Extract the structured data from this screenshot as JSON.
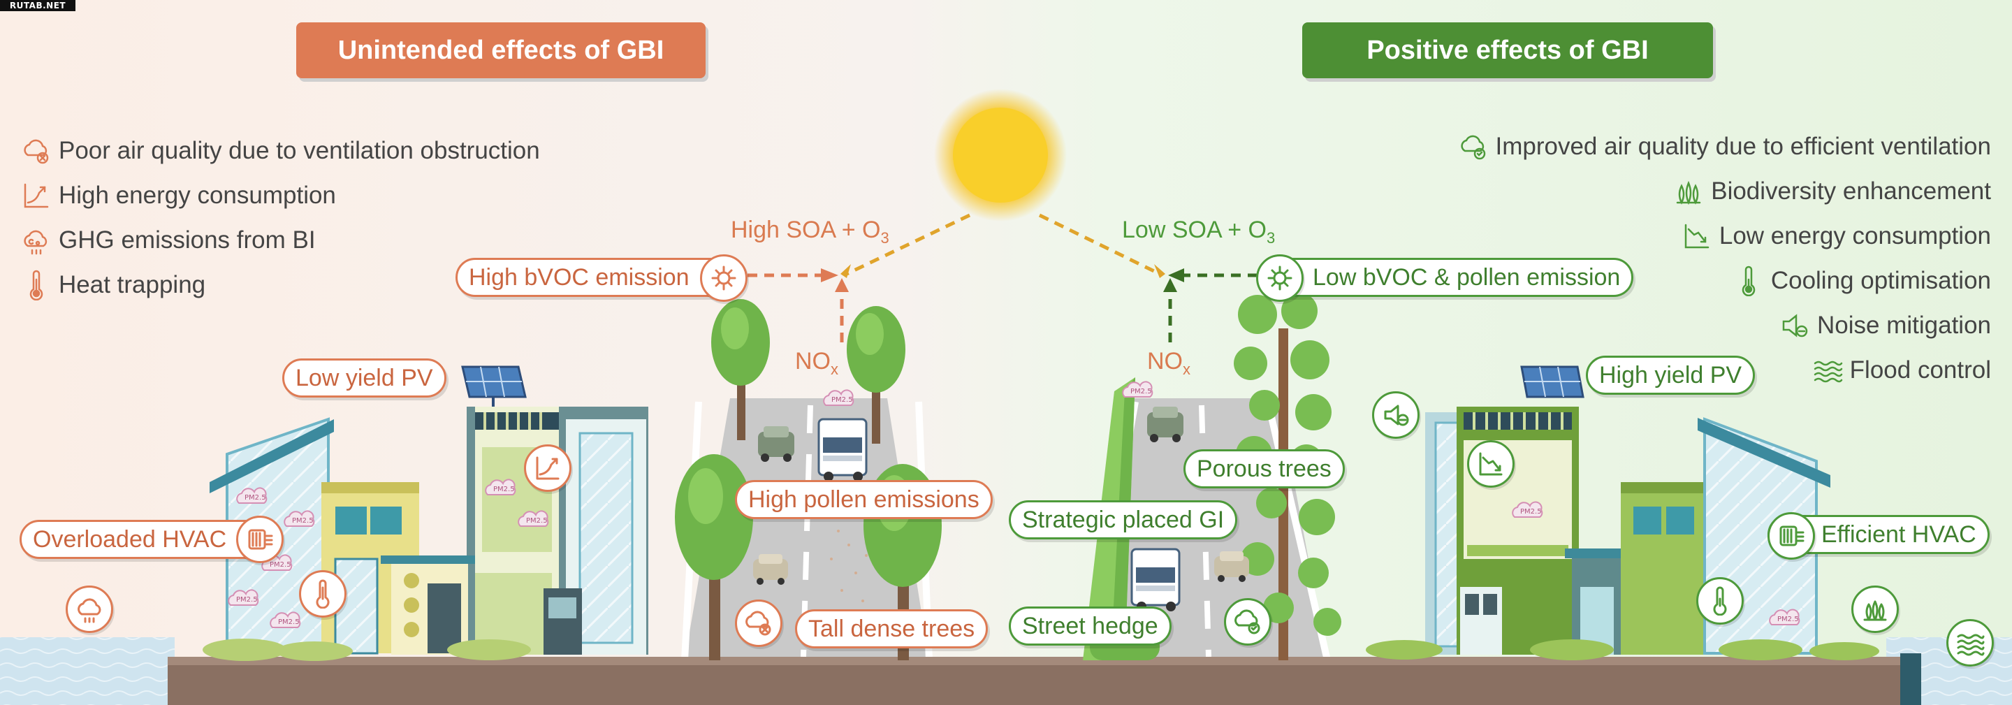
{
  "watermark": "RUTAB.NET",
  "headers": {
    "negative": "Unintended effects of GBI",
    "positive": "Positive effects of GBI"
  },
  "negative_effects": [
    {
      "label": "Poor air quality due to ventilation obstruction",
      "icon": "polluted-cloud-icon"
    },
    {
      "label": "High energy consumption",
      "icon": "rising-chart-icon"
    },
    {
      "label": "GHG emissions from BI",
      "icon": "co2-cloud-icon"
    },
    {
      "label": "Heat trapping",
      "icon": "thermometer-icon"
    }
  ],
  "positive_effects": [
    {
      "label": "Improved air quality due to efficient ventilation",
      "icon": "clean-cloud-icon"
    },
    {
      "label": "Biodiversity enhancement",
      "icon": "plants-icon"
    },
    {
      "label": "Low energy consumption",
      "icon": "falling-chart-icon"
    },
    {
      "label": "Cooling optimisation",
      "icon": "thermometer-icon"
    },
    {
      "label": "Noise mitigation",
      "icon": "speaker-off-icon"
    },
    {
      "label": "Flood control",
      "icon": "waves-icon"
    }
  ],
  "chemistry": {
    "left": {
      "soa": "High SOA + O",
      "sub": "3",
      "nox": "NO",
      "nox_sub": "x"
    },
    "right": {
      "soa": "Low SOA + O",
      "sub": "3",
      "nox": "NO",
      "nox_sub": "x"
    }
  },
  "labels": {
    "high_bvoc": "High bVOC emission",
    "low_bvoc": "Low bVOC & pollen emission",
    "low_yield_pv": "Low yield PV",
    "high_yield_pv": "High yield PV",
    "overloaded_hvac": "Overloaded HVAC",
    "efficient_hvac": "Efficient HVAC",
    "high_pollen": "High pollen emissions",
    "tall_dense_trees": "Tall dense trees",
    "strategic_gi": "Strategic placed GI",
    "porous_trees": "Porous trees",
    "street_hedge": "Street hedge",
    "pm_label": "PM2.5"
  },
  "colors": {
    "negative": "#de7b54",
    "positive": "#4d8f34",
    "sun": "#f7c21b",
    "ground": "#8a7062"
  }
}
